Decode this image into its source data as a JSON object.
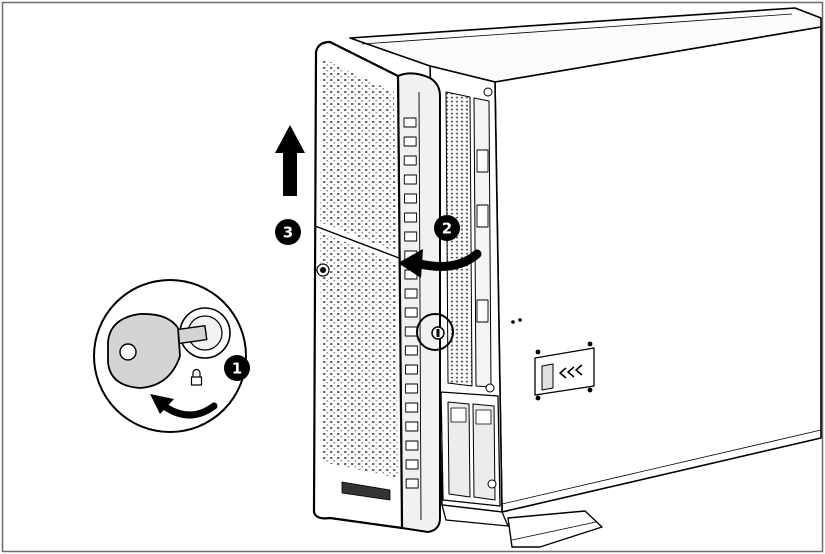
{
  "steps": [
    {
      "label": "1"
    },
    {
      "label": "2"
    },
    {
      "label": "3"
    }
  ],
  "colors": {
    "line": "#000000",
    "background": "#ffffff",
    "frame": "#6e6e6e",
    "perforation": "#6a6a6a",
    "key": "#d4d4d4"
  }
}
